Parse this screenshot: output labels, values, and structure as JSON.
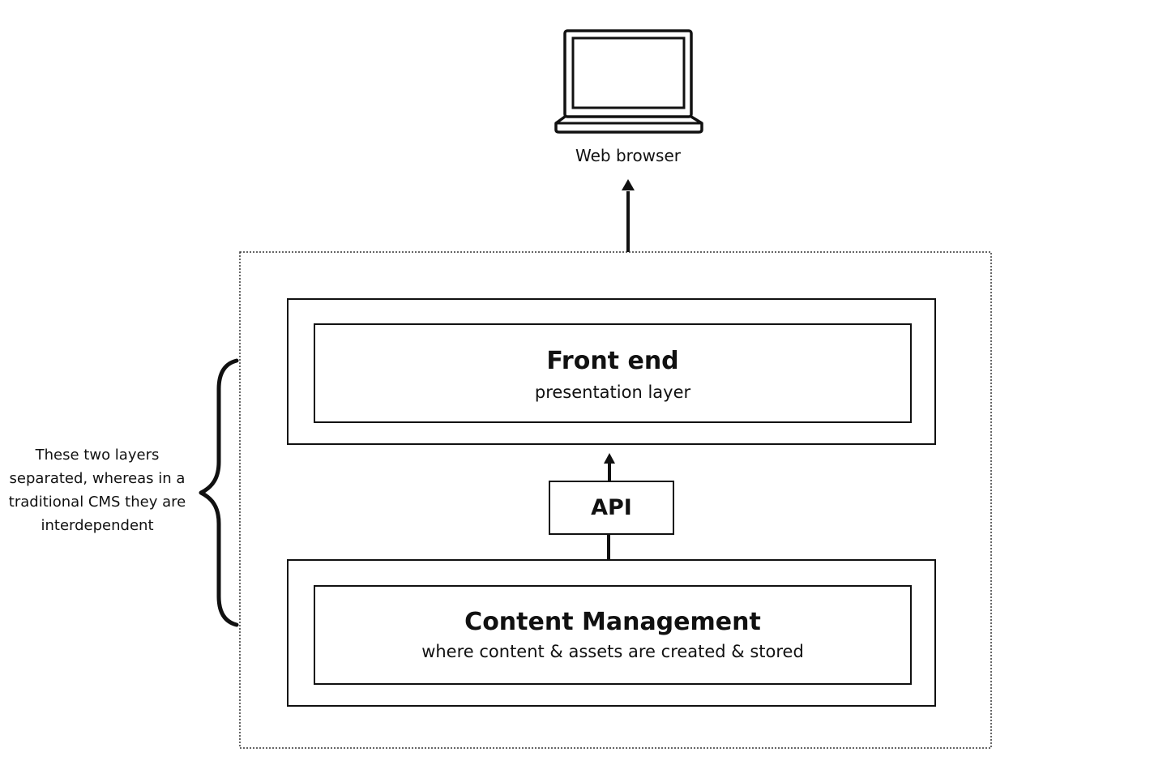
{
  "browser": {
    "icon": "laptop-icon",
    "label": "Web browser"
  },
  "frontend": {
    "title": "Front end",
    "subtitle": "presentation layer"
  },
  "api": {
    "label": "API"
  },
  "cms": {
    "title": "Content Management",
    "subtitle": "where content & assets are created & stored"
  },
  "note": {
    "text": "These two layers separated, whereas in a traditional CMS they are interdependent"
  },
  "colors": {
    "line": "#111111",
    "background": "#ffffff"
  }
}
